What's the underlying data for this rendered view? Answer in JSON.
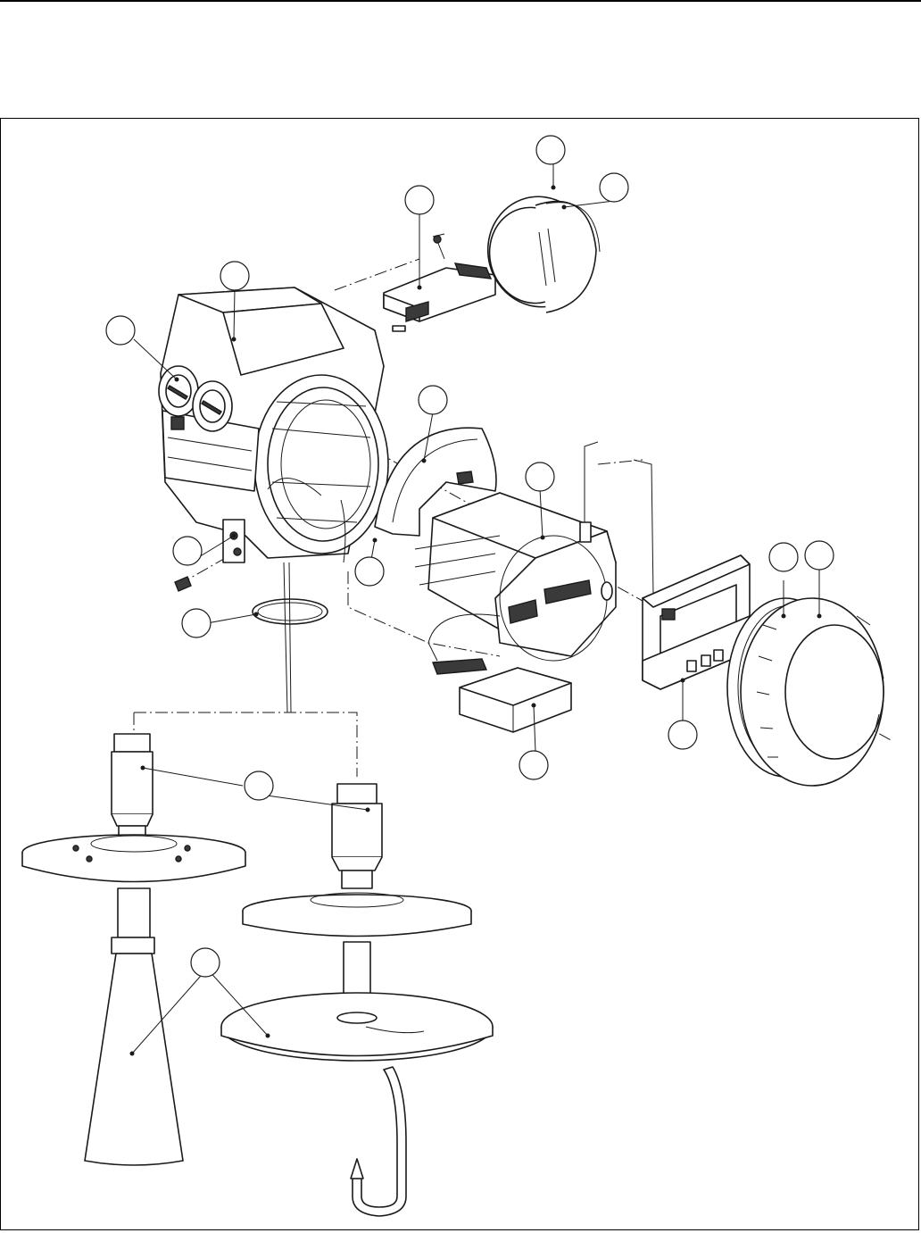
{
  "diagram": {
    "title": "",
    "colors": {
      "line": "#1a1a1a",
      "paper": "#ffffff"
    },
    "callouts": [
      {
        "id": "c1"
      },
      {
        "id": "c2"
      },
      {
        "id": "c3"
      },
      {
        "id": "c4"
      },
      {
        "id": "c5"
      },
      {
        "id": "c6"
      },
      {
        "id": "c7"
      },
      {
        "id": "c8"
      },
      {
        "id": "c9"
      },
      {
        "id": "c10"
      },
      {
        "id": "c11"
      },
      {
        "id": "c12"
      },
      {
        "id": "c13"
      },
      {
        "id": "c14"
      },
      {
        "id": "c15"
      },
      {
        "id": "c16"
      }
    ]
  }
}
